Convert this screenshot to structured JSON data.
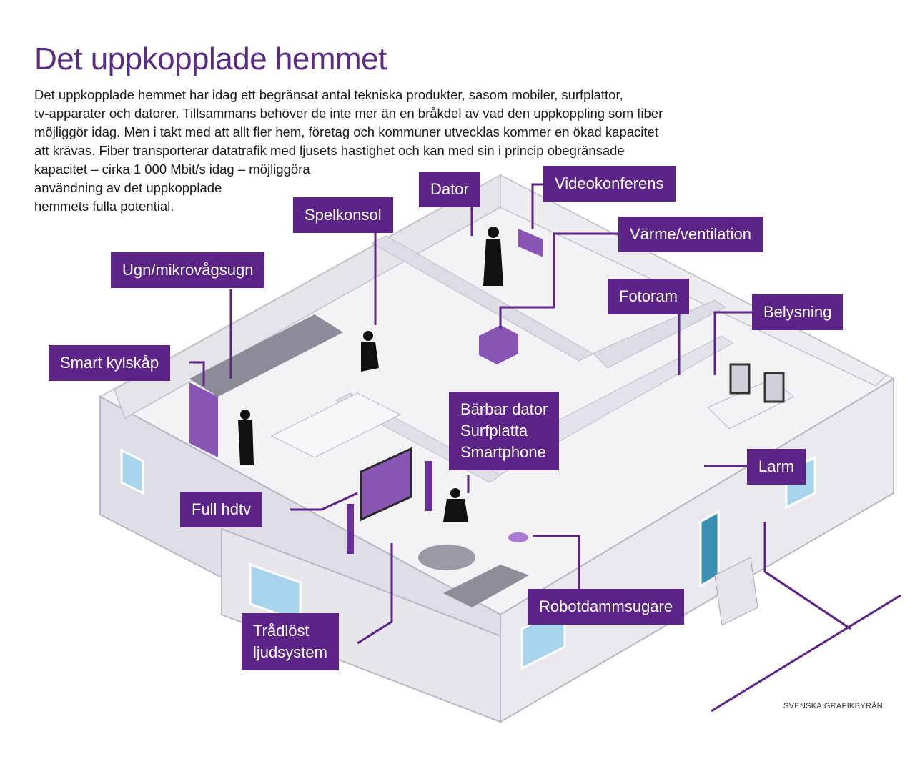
{
  "title": "Det uppkopplade hemmet",
  "intro_lines": [
    "Det uppkopplade hemmet har idag ett begränsat antal tekniska produkter, såsom mobiler, surfplattor,",
    "tv-apparater och datorer. Tillsammans behöver de inte mer än en bråkdel av vad den uppkoppling som fiber",
    "möjliggör idag. Men i takt med att allt fler hem, företag och kommuner utvecklas kommer en ökad kapacitet",
    "att krävas.  Fiber transporterar datatrafik med ljusets hastighet och kan med sin i princip obegränsade",
    "kapacitet – cirka 1 000 Mbit/s idag – möjliggöra",
    "användning av det uppkopplade",
    "hemmets fulla potential."
  ],
  "labels": {
    "dator": "Dator",
    "videokonferens": "Videokonferens",
    "spelkonsol": "Spelkonsol",
    "varme_ventilation": "Värme/ventilation",
    "ugn_mikrovagsugn": "Ugn/mikrovågsugn",
    "fotoram": "Fotoram",
    "belysning": "Belysning",
    "smart_kylskap": "Smart kylskåp",
    "barbar_dator": "Bärbar dator",
    "surfplatta": "Surfplatta",
    "smartphone": "Smartphone",
    "larm": "Larm",
    "full_hdtv": "Full hdtv",
    "robotdammsugare": "Robotdammsugare",
    "tradlost": "Trådlöst",
    "ljudsystem": "ljudsystem"
  },
  "credit": "SVENSKA GRAFIKBYRÅN",
  "colors": {
    "accent": "#5b2486",
    "title": "#5a2d82",
    "wall": "#e8e8ee",
    "floor": "#f4f4f6",
    "fiber_line": "#5b2486"
  }
}
